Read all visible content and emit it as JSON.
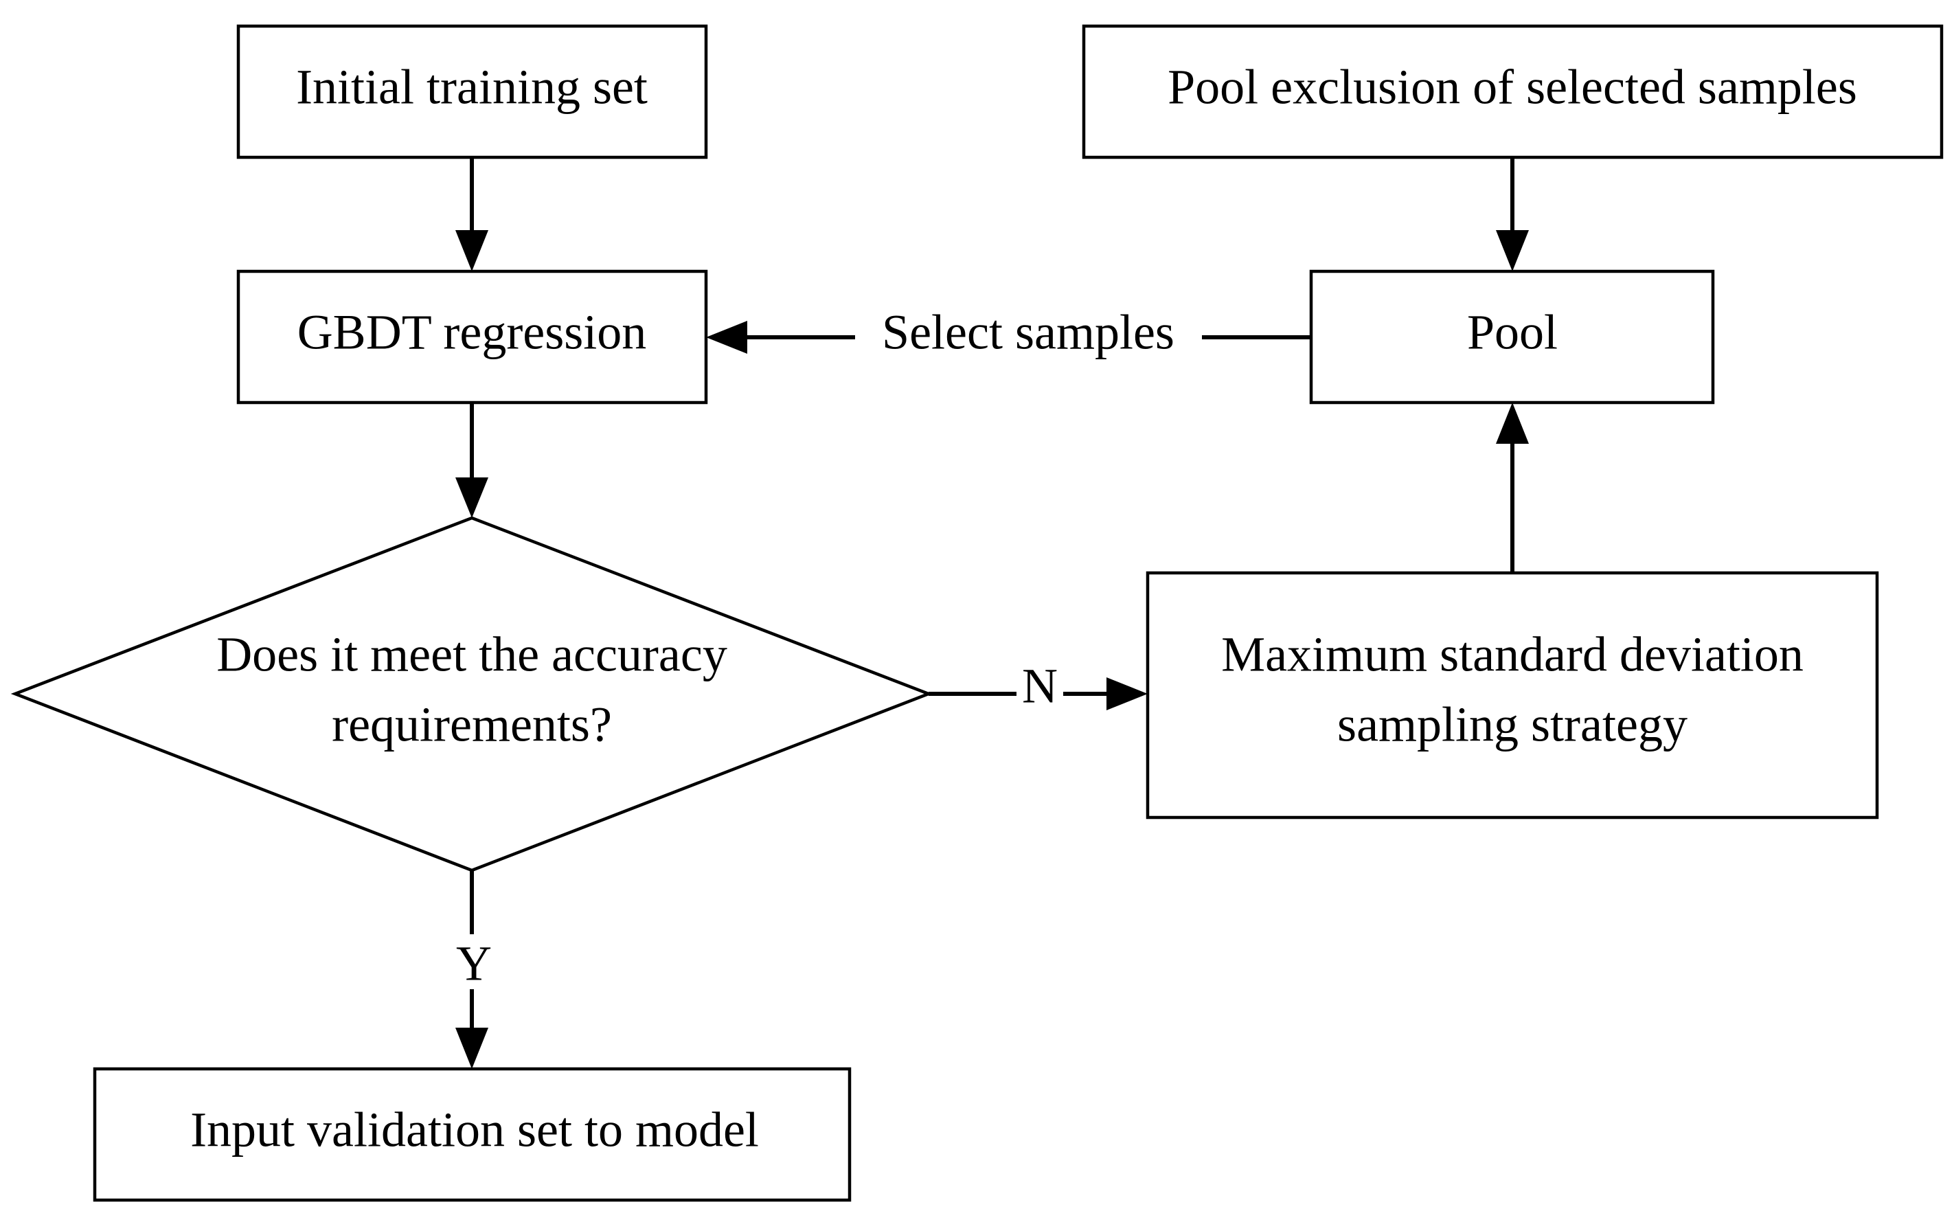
{
  "diagram": {
    "nodes": {
      "initial_training_set": "Initial training set",
      "gbdt_regression": "GBDT regression",
      "decision_line1": "Does it meet the accuracy",
      "decision_line2": "requirements?",
      "input_validation": "Input validation set to model",
      "pool_exclusion": "Pool exclusion of selected samples",
      "pool": "Pool",
      "max_std_line1": "Maximum standard deviation",
      "max_std_line2": "sampling strategy"
    },
    "edges": {
      "select_samples": "Select samples",
      "no": "N",
      "yes": "Y"
    }
  }
}
